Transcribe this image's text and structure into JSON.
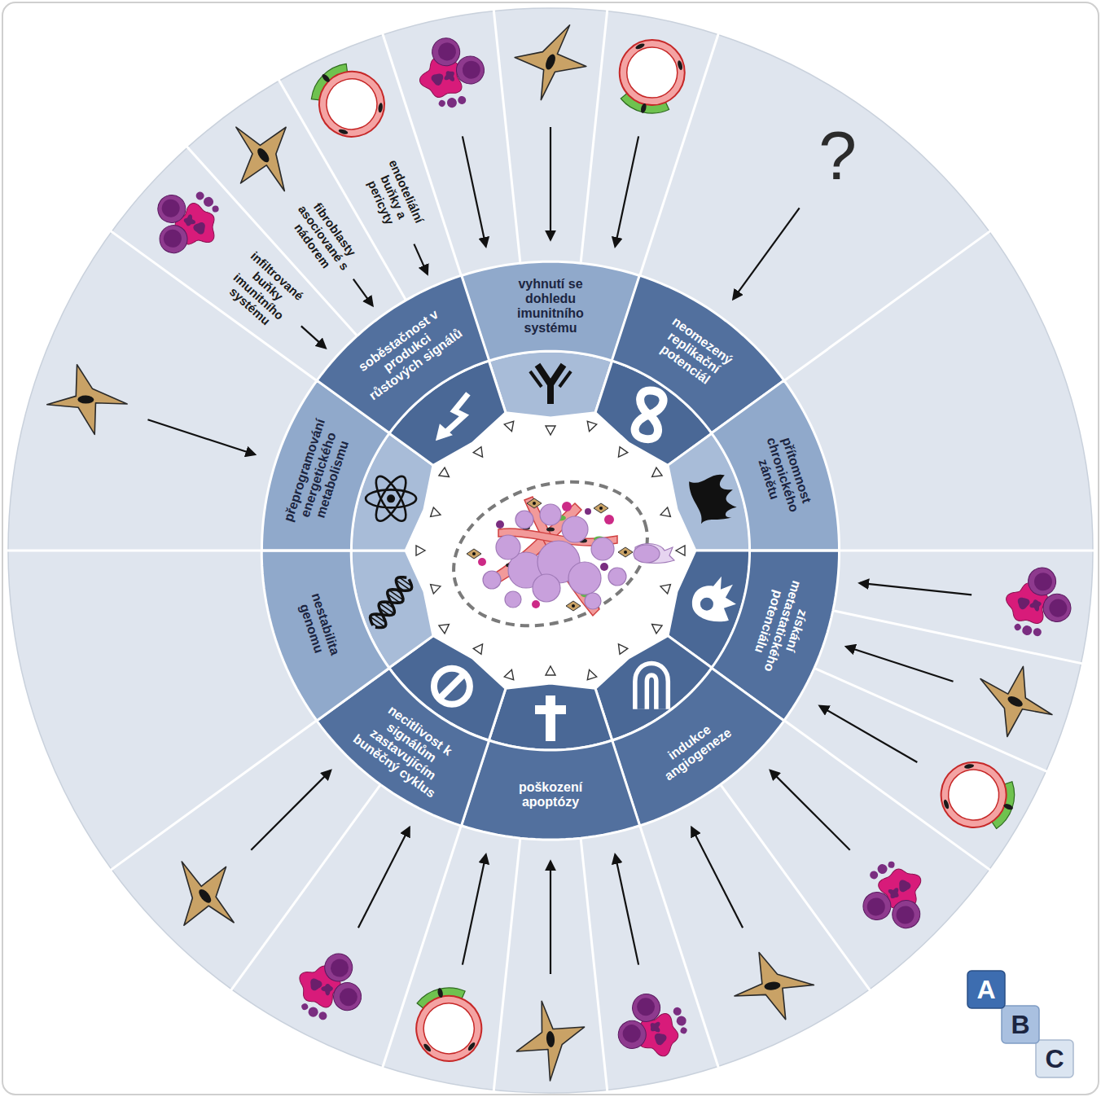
{
  "diagram": {
    "nodes": [
      {
        "text": [
          "vyhnutí se dohledu imunitního systému"
        ]
      },
      {
        "text": [
          "neomezený replikační potenciál"
        ]
      },
      {
        "text": [
          "přítomnost chronického zánětu"
        ]
      },
      {
        "text": [
          "získání metastatického potenciálu"
        ]
      },
      {
        "text": [
          "indukce angiogeneze"
        ]
      },
      {
        "text": [
          "poškození apoptózy"
        ]
      },
      {
        "text": [
          "necitlivost k signálům zastavujícím buněčný cyklus"
        ]
      },
      {
        "text": [
          "nestabilita genomu"
        ]
      },
      {
        "text": [
          "přeprogramování energetického metabolismu"
        ]
      },
      {
        "text": [
          "soběstačnost v produkci růstových signálů"
        ]
      }
    ],
    "labels": [
      "infiltrované buňky imunitního systému",
      "fibroblasty asociované s nádorem",
      "endoteliální buňky a pericyty",
      "?",
      "A",
      "B",
      "C"
    ]
  }
}
